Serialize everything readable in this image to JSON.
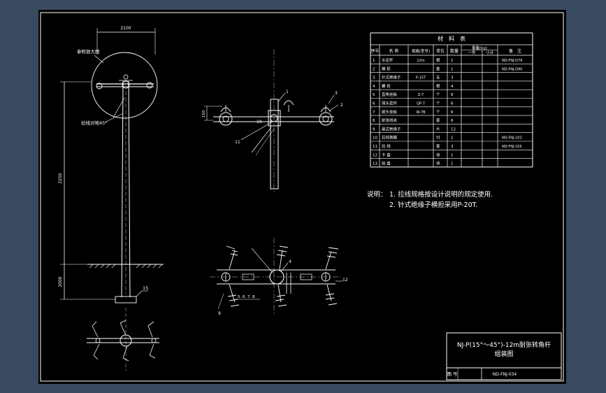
{
  "sheet": {
    "title_line1": "NJ-P(15°～45°)-12m耐张转角杆",
    "title_line2": "组装图",
    "drawing_no_label": "图 号",
    "drawing_no": "ND-FNJ-034"
  },
  "elevation": {
    "dim_top": "2100",
    "dim_upper": "2250",
    "dim_lower": "2000",
    "label_enlarge": "参照放大图",
    "label_guy": "拉线对地45°",
    "part_15": "15"
  },
  "side_view": {
    "dim_spacing": "150",
    "callouts": [
      "1",
      "2",
      "3",
      "10",
      "11"
    ]
  },
  "plan_view": {
    "callouts": [
      "4",
      "5",
      "6",
      "7",
      "8",
      "9",
      "12"
    ],
    "label_guy_nos": "5. 6. 7. 8"
  },
  "materials": {
    "title": "材　料　表",
    "header": {
      "no": "序号",
      "name": "名 称",
      "spec": "规格(型号)",
      "unit": "单位",
      "qty": "数量",
      "weight": "重量(kg)",
      "weight_single": "一件",
      "weight_total": "小计",
      "remark": "备　注"
    },
    "rows": [
      {
        "no": "1",
        "name": "水泥杆",
        "spec": "12m",
        "unit": "根",
        "qty": "1",
        "remark": "ND-FNJ-D79"
      },
      {
        "no": "2",
        "name": "横 担",
        "spec": "",
        "unit": "套",
        "qty": "1",
        "remark": "ND-FNJ-D90"
      },
      {
        "no": "3",
        "name": "针式绝缘子",
        "spec": "P-15T",
        "unit": "支",
        "qty": "3",
        "remark": ""
      },
      {
        "no": "4",
        "name": "螺 栓",
        "spec": "",
        "unit": "根",
        "qty": "4",
        "remark": ""
      },
      {
        "no": "5",
        "name": "直角挂板",
        "spec": "Z-7",
        "unit": "个",
        "qty": "6",
        "remark": ""
      },
      {
        "no": "6",
        "name": "球头挂环",
        "spec": "QP-7",
        "unit": "个",
        "qty": "6",
        "remark": ""
      },
      {
        "no": "7",
        "name": "碗头挂板",
        "spec": "W-7B",
        "unit": "个",
        "qty": "6",
        "remark": ""
      },
      {
        "no": "8",
        "name": "耐张线夹",
        "spec": "",
        "unit": "套",
        "qty": "6",
        "remark": ""
      },
      {
        "no": "9",
        "name": "悬式绝缘子",
        "spec": "",
        "unit": "片",
        "qty": "12",
        "remark": ""
      },
      {
        "no": "10",
        "name": "拉线抱箍",
        "spec": "",
        "unit": "付",
        "qty": "1",
        "remark": "ND-FNJ-103"
      },
      {
        "no": "11",
        "name": "拉 线",
        "spec": "",
        "unit": "套",
        "qty": "3",
        "remark": "ND-FNJ-105"
      },
      {
        "no": "12",
        "name": "卡 盘",
        "spec": "",
        "unit": "块",
        "qty": "1",
        "remark": ""
      },
      {
        "no": "13",
        "name": "底 盘",
        "spec": "",
        "unit": "块",
        "qty": "1",
        "remark": ""
      }
    ]
  },
  "notes": {
    "prefix": "说明：",
    "line1": "1. 拉线规格按设计说明的规定使用.",
    "line2": "2. 针式绝缘子横担采用P-20T."
  },
  "colors": {
    "background": "#3a4a5e",
    "sheet": "#000000",
    "lines": "#ffffff"
  }
}
